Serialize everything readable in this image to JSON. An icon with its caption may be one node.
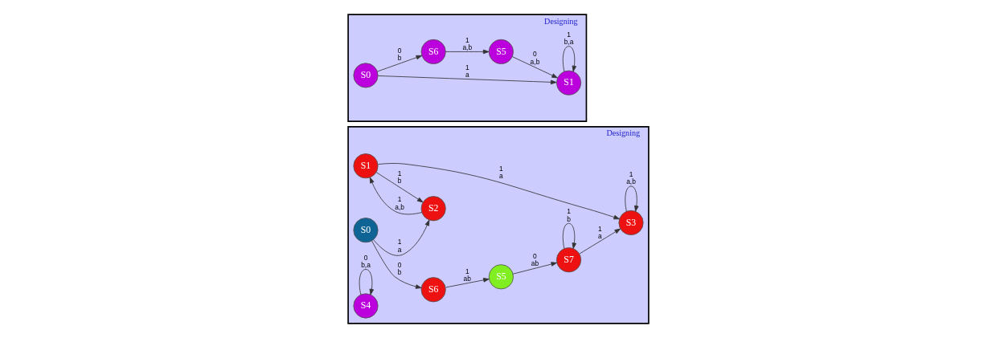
{
  "diagram": {
    "nodes": [
      {
        "text": [
          "Designing"
        ]
      },
      {
        "text": [
          "S1"
        ],
        "in": 0
      },
      {
        "text": [
          "S3"
        ],
        "in": 0
      },
      {
        "text": [
          "S2"
        ],
        "in": 0
      },
      {
        "text": [
          "S7"
        ],
        "in": 0
      },
      {
        "text": [
          "S0"
        ],
        "in": 0
      },
      {
        "text": [
          "S5"
        ],
        "in": 0
      },
      {
        "text": [
          "S6"
        ],
        "in": 0
      },
      {
        "text": [
          "S4"
        ],
        "in": 0
      },
      {
        "text": [
          "Designing"
        ]
      },
      {
        "text": [
          "S1"
        ],
        "in": 9
      },
      {
        "text": [
          "S5"
        ],
        "in": 9
      },
      {
        "text": [
          "S0"
        ],
        "in": 9
      },
      {
        "text": [
          "S6"
        ],
        "in": 9
      }
    ],
    "edges": [
      {
        "from": 3,
        "to": 1,
        "arrow": "to",
        "label": "1 a,b"
      },
      {
        "from": 1,
        "to": 2,
        "arrow": "to",
        "label": "1 a"
      },
      {
        "from": 2,
        "to": 2,
        "arrow": "to",
        "label": "1 a,b"
      },
      {
        "from": 1,
        "to": 3,
        "arrow": "to",
        "label": "1 b"
      },
      {
        "from": 4,
        "to": 2,
        "arrow": "to",
        "label": "1 a"
      },
      {
        "from": 4,
        "to": 4,
        "arrow": "to",
        "label": "1 b"
      },
      {
        "from": 6,
        "to": 4,
        "arrow": "to",
        "label": "0 ab"
      },
      {
        "from": 5,
        "to": 3,
        "arrow": "to",
        "label": "1 a"
      },
      {
        "from": 7,
        "to": 6,
        "arrow": "to",
        "label": "1 ab"
      },
      {
        "from": 5,
        "to": 7,
        "arrow": "to",
        "label": "0 b"
      },
      {
        "from": 8,
        "to": 8,
        "arrow": "to",
        "label": "0 b,a"
      },
      {
        "from": 10,
        "to": 10,
        "arrow": "to",
        "label": "1 b,a"
      },
      {
        "from": 12,
        "to": 10,
        "arrow": "to",
        "label": "1 a"
      },
      {
        "from": 11,
        "to": 10,
        "arrow": "to",
        "label": "0 a,b"
      },
      {
        "from": 12,
        "to": 13,
        "arrow": "to",
        "label": "0 b"
      },
      {
        "from": 13,
        "to": 11,
        "arrow": "to",
        "label": "1 a,b"
      }
    ]
  }
}
